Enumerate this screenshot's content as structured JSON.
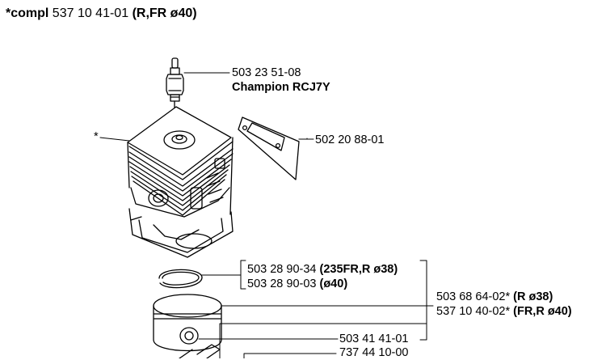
{
  "header": {
    "prefix": "*compl",
    "part_number": "537 10 41-01",
    "spec": "(R,FR ø40)"
  },
  "parts": {
    "spark_plug": {
      "number": "503 23 51-08",
      "name": "Champion RCJ7Y"
    },
    "cylinder_marker": "*",
    "gasket": {
      "number": "502 20 88-01"
    },
    "ring_1": {
      "number": "503 28 90-34",
      "spec": "(235FR,R ø38)"
    },
    "ring_2": {
      "number": "503 28 90-03",
      "spec": "(ø40)"
    },
    "piston_1": {
      "number": "503 68 64-02*",
      "spec": "(R ø38)"
    },
    "piston_2": {
      "number": "537 10 40-02*",
      "spec": "(FR,R ø40)"
    },
    "pin": {
      "number": "503 41 41-01"
    },
    "circlip": {
      "number": "737 44 10-00"
    }
  }
}
